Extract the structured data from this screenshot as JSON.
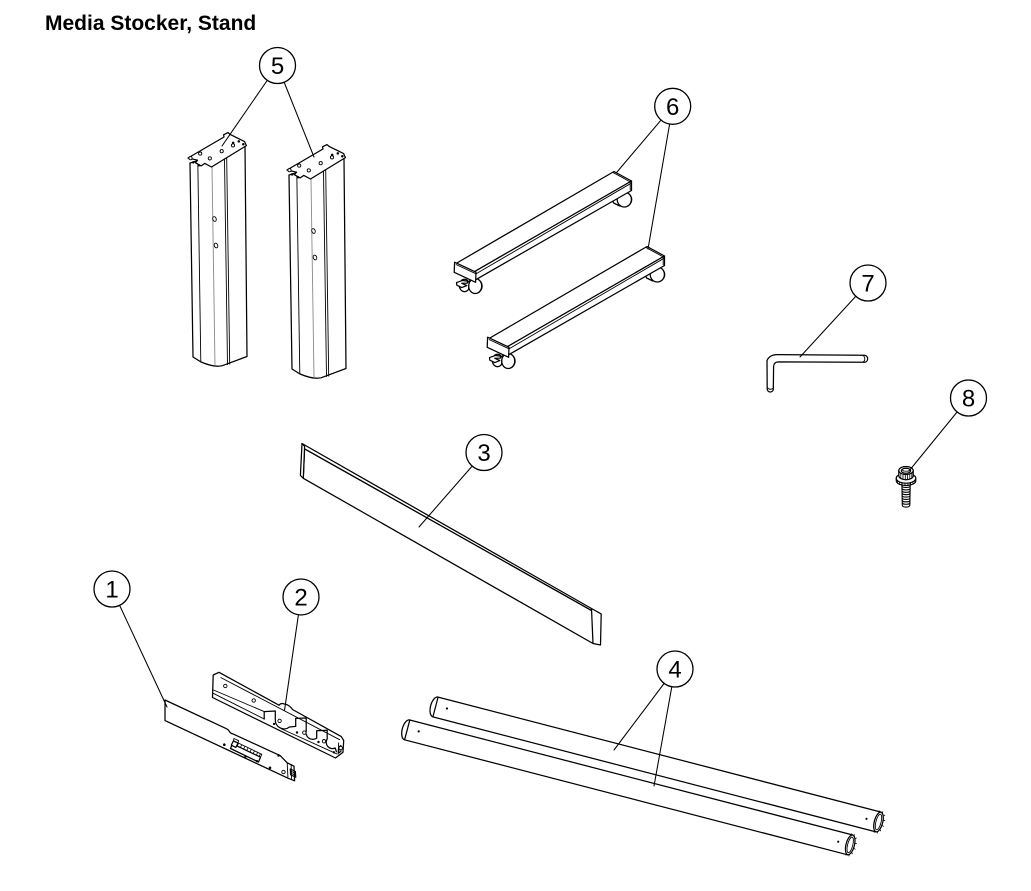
{
  "title": "Media Stocker, Stand",
  "diagram": {
    "type": "exploded-parts-diagram",
    "callouts": [
      {
        "label": "1",
        "part": "lower-bracket-plate"
      },
      {
        "label": "2",
        "part": "notched-bracket-plate"
      },
      {
        "label": "3",
        "part": "flat-crossbar"
      },
      {
        "label": "4",
        "part": "media-pipes"
      },
      {
        "label": "5",
        "part": "stand-columns"
      },
      {
        "label": "6",
        "part": "caster-leg-assemblies"
      },
      {
        "label": "7",
        "part": "hex-wrench"
      },
      {
        "label": "8",
        "part": "flange-screw"
      }
    ]
  }
}
